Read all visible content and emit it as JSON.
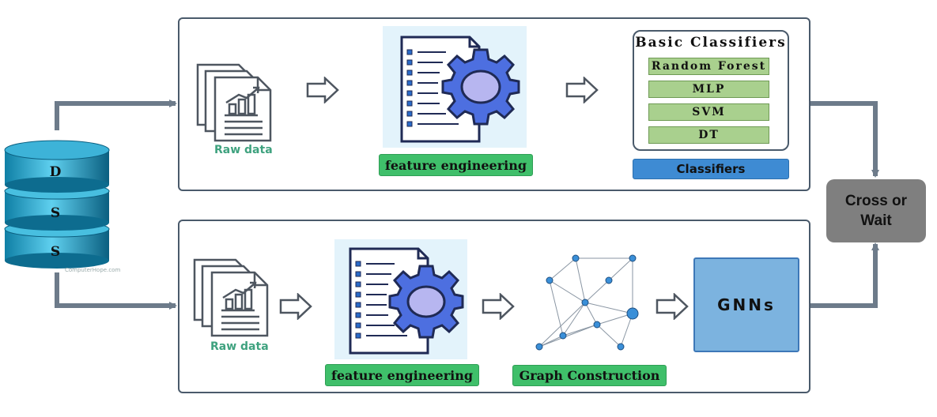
{
  "database": {
    "letters": [
      "D",
      "S",
      "S"
    ],
    "watermark": "ComputerHope.com"
  },
  "top_pipeline": {
    "raw_data_label": "Raw data",
    "feature_label": "feature engineering",
    "classifiers": {
      "title": "Basic Classifiers",
      "items": [
        "Random Forest",
        "MLP",
        "SVM",
        "DT"
      ],
      "footer_label": "Classifiers"
    }
  },
  "bottom_pipeline": {
    "raw_data_label": "Raw data",
    "feature_label": "feature engineering",
    "graph_label": "Graph Construction",
    "gnn_label": "GNNs"
  },
  "output": {
    "line1": "Cross or",
    "line2": "Wait"
  },
  "colors": {
    "green": "#3fbf6a",
    "blue": "#3e8bd3",
    "gnn": "#7cb3df",
    "gray": "#7f7f7f",
    "db": "#29a3c8"
  }
}
